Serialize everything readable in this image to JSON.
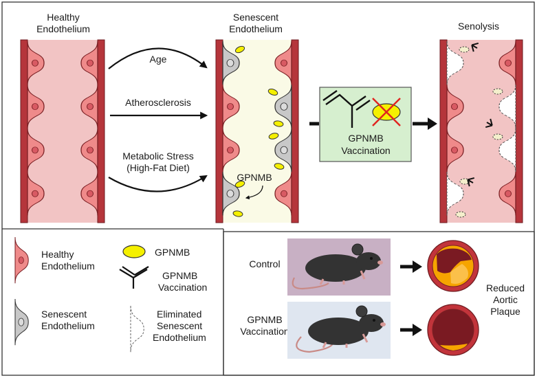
{
  "vessels": {
    "healthy_title": [
      "Healthy",
      "Endothelium"
    ],
    "senescent_title": [
      "Senescent",
      "Endothelium"
    ],
    "senolysis_title": "Senolysis"
  },
  "arrows": {
    "age": "Age",
    "atherosclerosis": "Atherosclerosis",
    "metabolic": [
      "Metabolic Stress",
      "(High-Fat Diet)"
    ]
  },
  "gpnmb_label": "GPNMB",
  "vaccination_box": [
    "GPNMB",
    "Vaccination"
  ],
  "legend": {
    "healthy": [
      "Healthy",
      "Endothelium"
    ],
    "senescent": [
      "Senescent",
      "Endothelium"
    ],
    "gpnmb": "GPNMB",
    "vaccination": [
      "GPNMB",
      "Vaccination"
    ],
    "eliminated": [
      "Eliminated",
      "Senescent",
      "Endothelium"
    ]
  },
  "results": {
    "control": "Control",
    "vaccination": [
      "GPNMB",
      "Vaccination"
    ],
    "outcome": [
      "Reduced",
      "Aortic",
      "Plaque"
    ]
  },
  "colors": {
    "vessel_wall": "#b5353b",
    "lumen_healthy": "#f2c4c4",
    "lumen_senescent": "#fafae6",
    "healthy_cell": "#ef8a8a",
    "senescent_cell": "#c8c8c8",
    "gpnmb": "#f5f000",
    "vaccination_box": "#d6efcf",
    "control_bg": "#c8b0c4",
    "vaccination_bg": "#dfe6f0",
    "plaque_lipid": "#f6a400"
  }
}
